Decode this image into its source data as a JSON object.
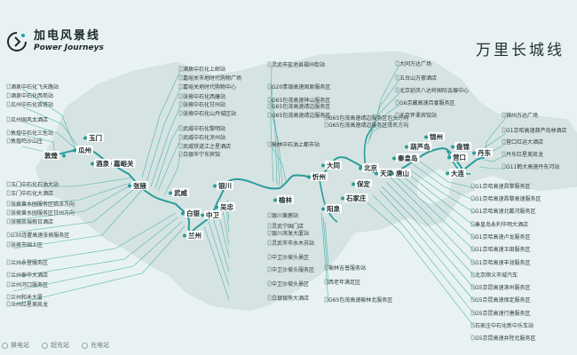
{
  "header": {
    "brand_cn": "加电风景线",
    "brand_en": "Power Journeys",
    "route_title": "万里长城线"
  },
  "legend": {
    "items": [
      "换电站",
      "超充站",
      "充电站"
    ]
  },
  "colors": {
    "route": "#2a9d99",
    "city_bg": "#ffffff",
    "accent": "#17a6a0",
    "text": "#223030",
    "land": "#d6e3e3",
    "sea": "#e9f2f2"
  },
  "cities": [
    "敦煌",
    "瓜州",
    "玉门",
    "嘉峪关",
    "酒泉",
    "张掖",
    "武威",
    "白银",
    "兰州",
    "中卫",
    "银川",
    "吴忠",
    "榆林",
    "大同",
    "忻州",
    "阳泉",
    "石家庄",
    "保定",
    "北京",
    "天津",
    "唐山",
    "秦皇岛",
    "葫芦岛",
    "锦州",
    "盘锦",
    "营口",
    "丹东",
    "大连"
  ],
  "stations": {
    "dunhuang_area": [
      "酒泉中石化飞天路站",
      "酒泉中石化西苑站",
      "瓜州中石化双塔站",
      "瓜州国风太酒店",
      "敦煌中石化三危站",
      "敦煌鸣沙山庄"
    ],
    "yumen_zhangye": [
      "玉门中石化石油大站",
      "玉门中石化大酒店",
      "张掖黄水园服务区临泽方向",
      "张掖黄水园服务区甘州方向",
      "张掖凯瑞假日酒店",
      "G30连霍高速张掖服务区",
      "张掖市国土区"
    ],
    "lanzhou_area": [
      "兰州永登服务区",
      "兰州泰华大酒店",
      "兰州河口服务区",
      "兰州和禾大厦",
      "兰州红星美凯龙"
    ],
    "jiuquan_wuwei": [
      "酒泉中石化上邮站",
      "嘉峪关市地时代购物广场",
      "嘉峪关地时代购物中心",
      "张掖中石化西康站",
      "张掖中石化甘州站",
      "张掖中石化山丹城区站",
      "武威中石化黎明站",
      "武威中石化凉州站",
      "武威铁道江之星酒店",
      "白银市宁东宾馆"
    ],
    "ningxia": [
      "G20青银高速固原服务区",
      "银川黄鹿站",
      "灵武宁国门店",
      "银川滨发大厦站",
      "灵武市市水木苏站",
      "中卫沙坡头景区",
      "中卫沙坡头服务区",
      "中卫沙坡头景区",
      "白银银熊大酒店"
    ],
    "yulin_area": [
      "灵武市盐池县福州街站",
      "G65包茂高速神山服务区",
      "G65包茂高速靖边服务区",
      "G65包茂高速靖边服务区",
      "榆林中石油上都市站"
    ],
    "yangquan_area": [
      "G65包茂高速靖边服务区包头方向",
      "G65包茂高速靖边服务区茂名方向",
      "榆林吉普服务站",
      "西老年满足区",
      "G65包茂高速榆林北服务区"
    ],
    "beijing_area": [
      "大同万达广场",
      "五台山万豪酒店",
      "北京延庆八达岭国际会展中心",
      "G6京藏高速百宴服务区",
      "北京怀柔宾馆站"
    ],
    "east_coast": [
      "锦州万达广场",
      "G1京哈高速葫芦岛林酒店",
      "营口红运大酒店",
      "丹东红星美凯龙",
      "G11鹤大高速丹东河站"
    ],
    "bohai_coast": [
      "G1京哈高速昌黎服务区",
      "G1京哈高速昌黎高速服务区",
      "G1京哈高速北戴河服务区",
      "秦皇岛永利华明大酒店",
      "G1京哈高速卢龙服务区",
      "G1京哈高速玉田服务区",
      "G1京哈高速丰润服务区",
      "北京顺义市城汽车",
      "G5京昆高速涿州服务区",
      "G5京昆高速保定服务区",
      "G5京昆高速行唐服务区",
      "石家庄中石化新中乐车站",
      "G5京昆高速井陉北服务区"
    ]
  }
}
